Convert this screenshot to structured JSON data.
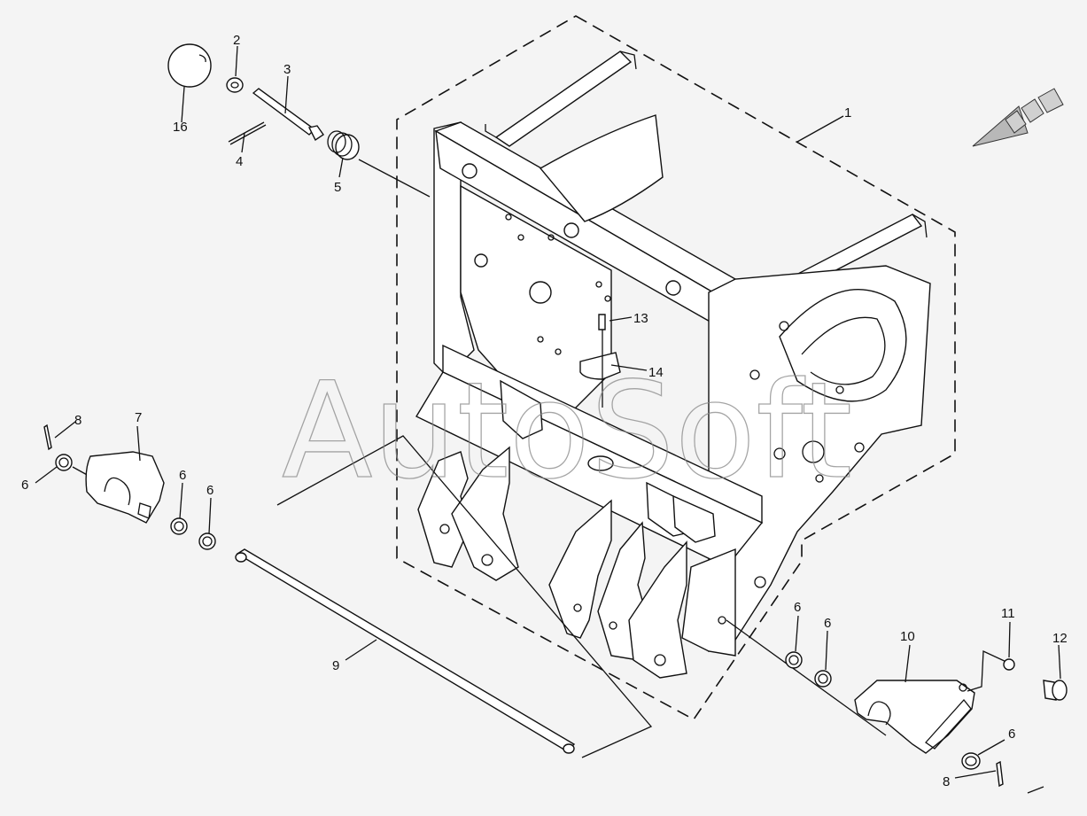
{
  "watermark": "AutoSoft",
  "callouts": [
    {
      "id": "c1",
      "label": "1"
    },
    {
      "id": "c2",
      "label": "2"
    },
    {
      "id": "c3",
      "label": "3"
    },
    {
      "id": "c4",
      "label": "4"
    },
    {
      "id": "c5",
      "label": "5"
    },
    {
      "id": "c6a",
      "label": "6"
    },
    {
      "id": "c6b",
      "label": "6"
    },
    {
      "id": "c6c",
      "label": "6"
    },
    {
      "id": "c6d",
      "label": "6"
    },
    {
      "id": "c6e",
      "label": "6"
    },
    {
      "id": "c6f",
      "label": "6"
    },
    {
      "id": "c7",
      "label": "7"
    },
    {
      "id": "c8a",
      "label": "8"
    },
    {
      "id": "c8b",
      "label": "8"
    },
    {
      "id": "c9",
      "label": "9"
    },
    {
      "id": "c10",
      "label": "10"
    },
    {
      "id": "c11",
      "label": "11"
    },
    {
      "id": "c12",
      "label": "12"
    },
    {
      "id": "c13",
      "label": "13"
    },
    {
      "id": "c14",
      "label": "14"
    },
    {
      "id": "c16",
      "label": "16"
    }
  ],
  "icons": {
    "direction_arrow": "direction-arrow-icon"
  }
}
